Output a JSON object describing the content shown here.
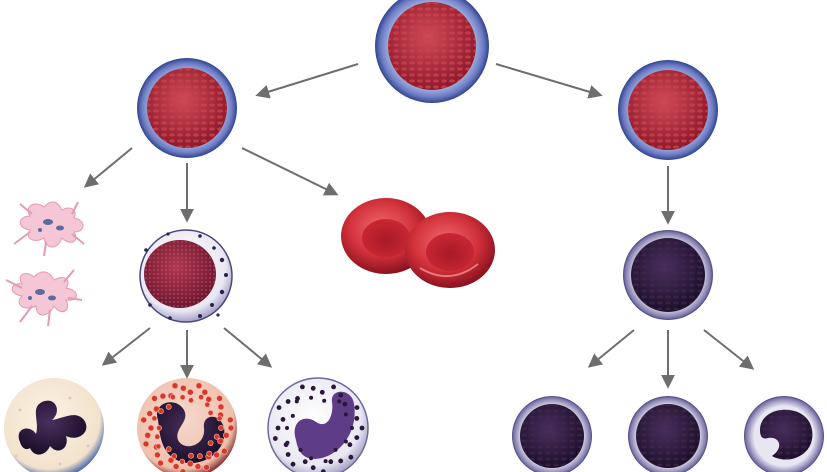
{
  "diagram": {
    "cells": [
      {
        "id": "stem",
        "kind": "hematopoietic-stem-cell"
      },
      {
        "id": "myeloid-progenitor",
        "kind": "progenitor"
      },
      {
        "id": "lymphoid-progenitor",
        "kind": "progenitor"
      },
      {
        "id": "platelets",
        "kind": "platelet"
      },
      {
        "id": "myeloblast",
        "kind": "myeloblast"
      },
      {
        "id": "erythrocytes",
        "kind": "red-blood-cell"
      },
      {
        "id": "lymphoblast",
        "kind": "lymphoblast"
      },
      {
        "id": "neutrophil",
        "kind": "granulocyte"
      },
      {
        "id": "eosinophil",
        "kind": "granulocyte"
      },
      {
        "id": "basophil",
        "kind": "granulocyte"
      },
      {
        "id": "lymphocyte-1",
        "kind": "lymphocyte"
      },
      {
        "id": "lymphocyte-2",
        "kind": "lymphocyte"
      },
      {
        "id": "monocyte",
        "kind": "lymphocyte"
      }
    ],
    "arrows": [
      {
        "from": "stem",
        "to": "myeloid-progenitor"
      },
      {
        "from": "stem",
        "to": "lymphoid-progenitor"
      },
      {
        "from": "myeloid-progenitor",
        "to": "platelets"
      },
      {
        "from": "myeloid-progenitor",
        "to": "myeloblast"
      },
      {
        "from": "myeloid-progenitor",
        "to": "erythrocytes"
      },
      {
        "from": "lymphoid-progenitor",
        "to": "lymphoblast"
      },
      {
        "from": "myeloblast",
        "to": "neutrophil"
      },
      {
        "from": "myeloblast",
        "to": "eosinophil"
      },
      {
        "from": "myeloblast",
        "to": "basophil"
      },
      {
        "from": "lymphoblast",
        "to": "lymphocyte-1"
      },
      {
        "from": "lymphoblast",
        "to": "lymphocyte-2"
      },
      {
        "from": "lymphoblast",
        "to": "monocyte"
      }
    ],
    "colors": {
      "arrow": "#6e6e6e",
      "progenitor_core": "#b0253a",
      "progenitor_rim": "#3d4f9e",
      "rbc": "#d2313a",
      "dark_nucleus": "#2a1838",
      "platelet": "#f2b9cc"
    }
  }
}
